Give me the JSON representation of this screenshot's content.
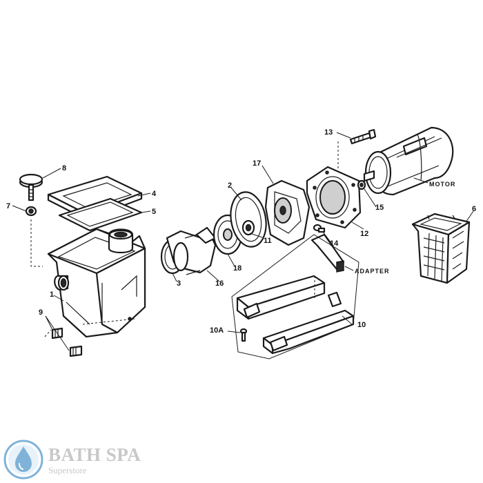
{
  "callouts": {
    "c1": "1",
    "c2": "2",
    "c3": "3",
    "c4": "4",
    "c5": "5",
    "c6": "6",
    "c7": "7",
    "c8": "8",
    "c9": "9",
    "c10": "10",
    "c10a": "10A",
    "c11": "11",
    "c12": "12",
    "c13": "13",
    "c14": "14",
    "c15": "15",
    "c16": "16",
    "c17": "17",
    "c18": "18",
    "motor": "MOTOR",
    "adapter": "ADAPTER"
  },
  "logo": {
    "name": "BATH SPA",
    "tagline": "Superstore"
  },
  "colors": {
    "ink": "#1a1a1a",
    "background": "#ffffff",
    "logo_blue": "#7fb3d8",
    "logo_grey": "#c8c8c8"
  }
}
